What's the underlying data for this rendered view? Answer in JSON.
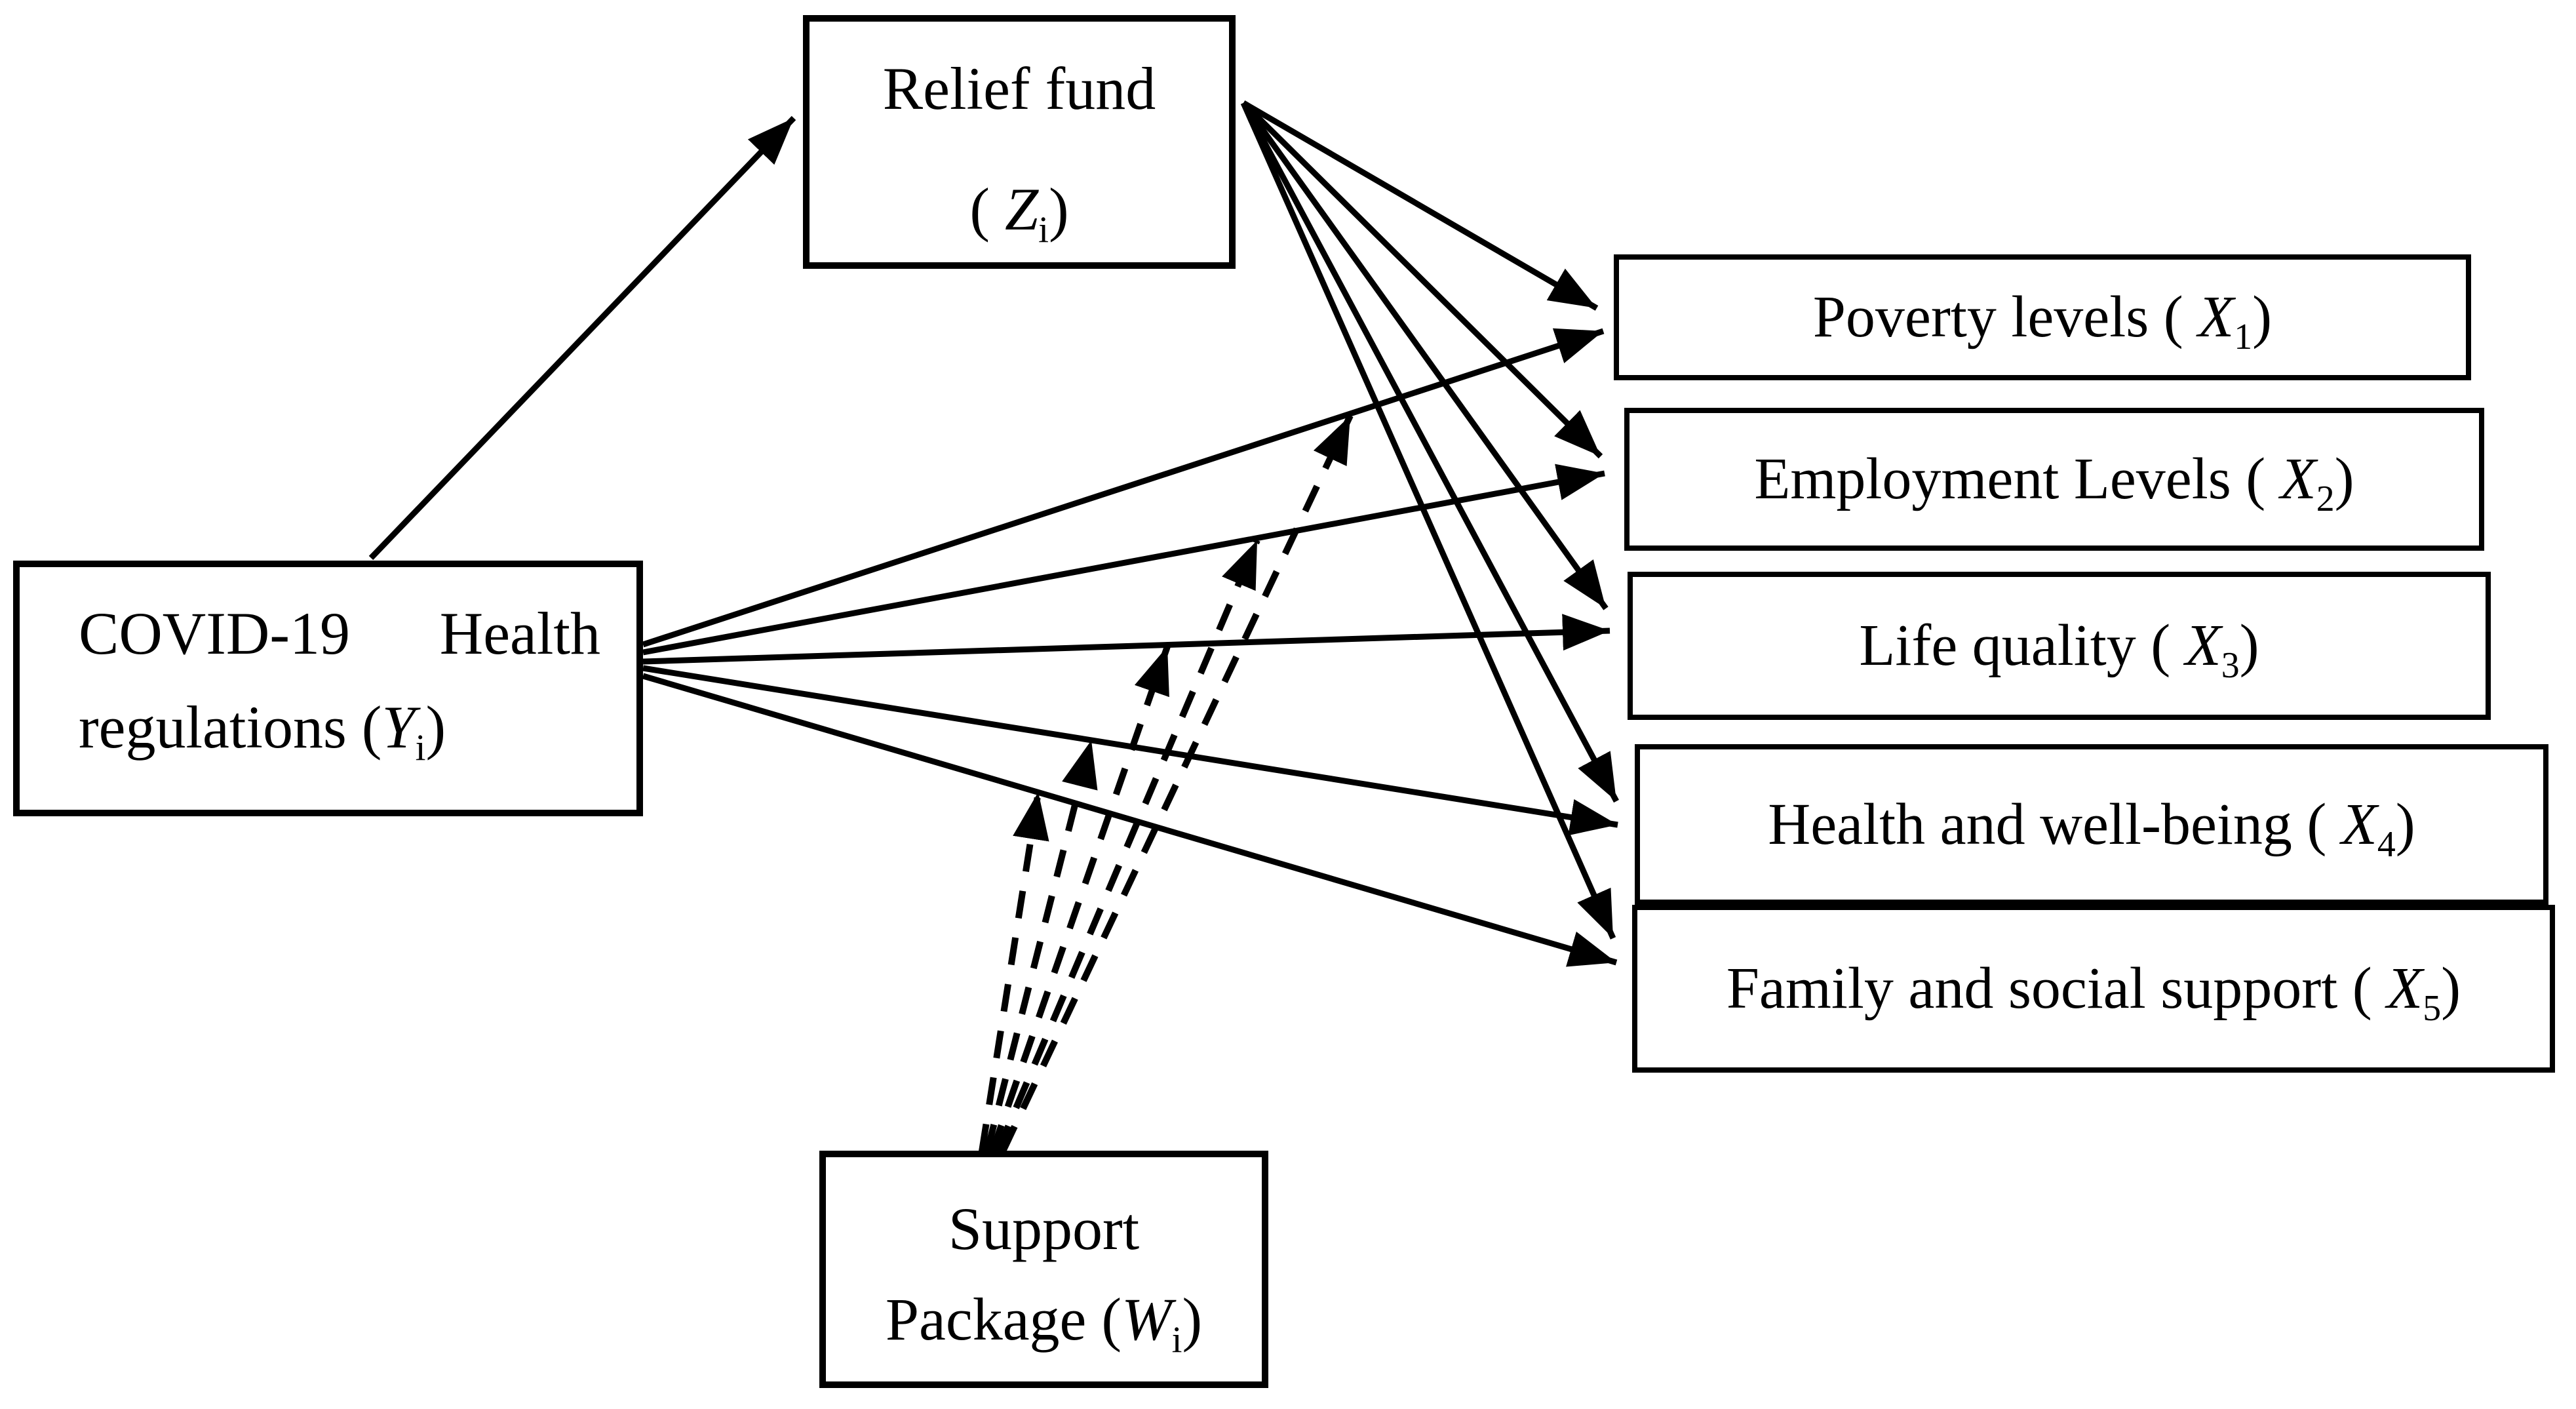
{
  "diagram_title": "",
  "colors": {
    "line": "#000000",
    "box_background": "#ffffff",
    "page_background": "#ffffff"
  },
  "nodes": {
    "covid": {
      "word1": "COVID-19",
      "word2": "Health",
      "line2_pre": "regulations (",
      "var": "Y",
      "sub": "i",
      "line2_post": ")"
    },
    "relief": {
      "line1": "Relief fund",
      "paren_open": "( ",
      "var": "Z",
      "sub": "i",
      "paren_close": ")"
    },
    "support": {
      "line1": "Support",
      "line2_pre": "Package (",
      "var": "W",
      "sub": "i",
      "line2_post": ")"
    },
    "outcomes": [
      {
        "pre": "Poverty levels ( ",
        "var": "X",
        "sub": "1",
        "post": ")"
      },
      {
        "pre": "Employment Levels ( ",
        "var": "X",
        "sub": "2",
        "post": ")"
      },
      {
        "pre": "Life quality ( ",
        "var": "X",
        "sub": "3",
        "post": ")"
      },
      {
        "pre": "Health and well-being ( ",
        "var": "X",
        "sub": "4",
        "post": ")"
      },
      {
        "pre": "Family and social support ( ",
        "var": "X",
        "sub": "5",
        "post": ")"
      }
    ]
  },
  "edges": [
    {
      "from": "covid",
      "to": "relief",
      "style": "solid"
    },
    {
      "from": "relief",
      "to": "x1",
      "style": "solid"
    },
    {
      "from": "relief",
      "to": "x2",
      "style": "solid"
    },
    {
      "from": "relief",
      "to": "x3",
      "style": "solid"
    },
    {
      "from": "relief",
      "to": "x4",
      "style": "solid"
    },
    {
      "from": "relief",
      "to": "x5",
      "style": "solid"
    },
    {
      "from": "covid",
      "to": "x1",
      "style": "solid"
    },
    {
      "from": "covid",
      "to": "x2",
      "style": "solid"
    },
    {
      "from": "covid",
      "to": "x3",
      "style": "solid"
    },
    {
      "from": "covid",
      "to": "x4",
      "style": "solid"
    },
    {
      "from": "covid",
      "to": "x5",
      "style": "solid"
    },
    {
      "from": "support",
      "to": "path-covid-x1",
      "style": "dashed"
    },
    {
      "from": "support",
      "to": "path-covid-x2",
      "style": "dashed"
    },
    {
      "from": "support",
      "to": "path-covid-x3",
      "style": "dashed"
    },
    {
      "from": "support",
      "to": "path-covid-x4",
      "style": "dashed"
    },
    {
      "from": "support",
      "to": "path-covid-x5",
      "style": "dashed"
    }
  ]
}
